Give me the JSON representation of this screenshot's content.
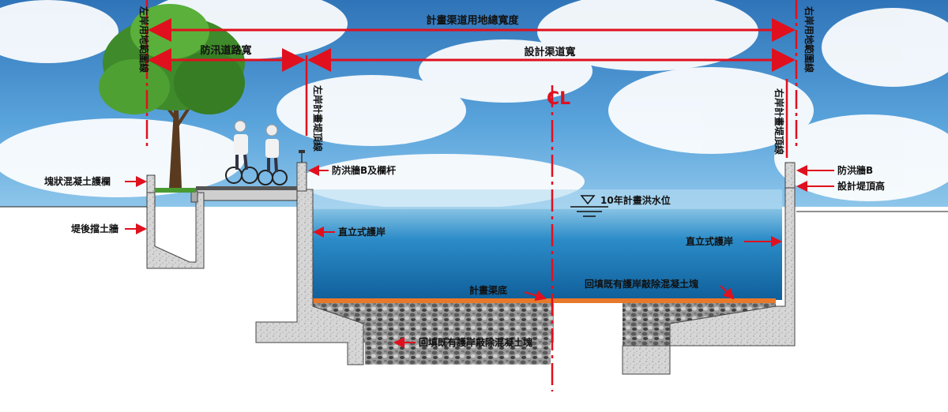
{
  "dimensions": {
    "total_width": "計畫渠道用地總寬度",
    "path_width": "防汛道路寬",
    "channel_width": "設計渠道寬"
  },
  "vertical_labels": {
    "left_boundary": "左岸用地範圍線",
    "right_boundary": "右岸用地範圍線",
    "left_levee_top": "左岸計畫堤頂線",
    "right_levee_top": "右岸計畫堤頂線"
  },
  "centerline": "CL",
  "labels": {
    "block_rail": "塊狀混凝土護欄",
    "retaining_wall": "堤後擋土牆",
    "flood_wall_railing": "防洪牆B及欄杆",
    "vertical_revetment_left": "直立式護岸",
    "flood_wall_right": "防洪牆B",
    "design_levee_height": "設計堤頂高",
    "vertical_revetment_right": "直立式護岸",
    "flood_level": "10年計畫洪水位",
    "channel_bed": "計畫渠底",
    "backfill_right": "回填既有護岸敲除混凝土塊",
    "backfill_bottom": "回填既有護岸敲除混凝土塊"
  },
  "colors": {
    "dimension_red": "#e0101e",
    "sky": "#3f8fd0",
    "water": "#1a7fbf",
    "bed": "#e8782a",
    "concrete": "#d2d2d2"
  }
}
